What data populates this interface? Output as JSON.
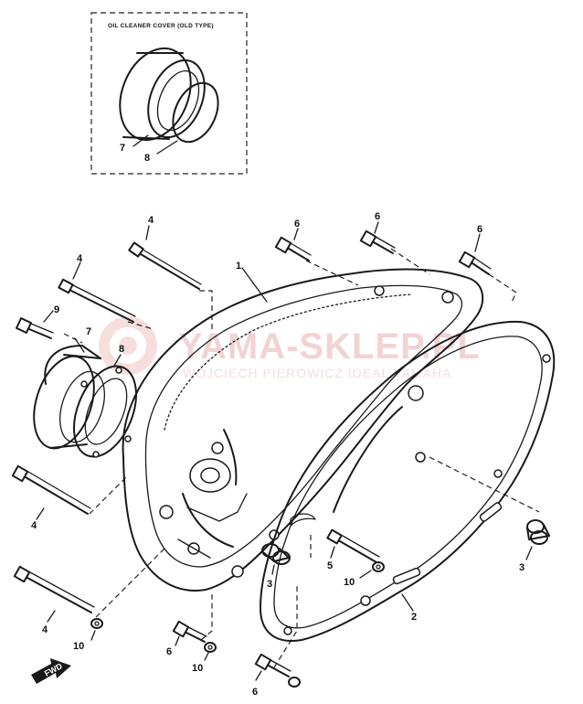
{
  "inset": {
    "title": "OIL CLEANER COVER (OLD TYPE)"
  },
  "callouts": [
    {
      "id": "inset-7",
      "text": "7"
    },
    {
      "id": "inset-8",
      "text": "8"
    },
    {
      "id": "bolt-4-top",
      "text": "4"
    },
    {
      "id": "bolt-6-a",
      "text": "6"
    },
    {
      "id": "bolt-6-b",
      "text": "6"
    },
    {
      "id": "bolt-6-c",
      "text": "6"
    },
    {
      "id": "bolt-4-left",
      "text": "4"
    },
    {
      "id": "cover-1",
      "text": "1"
    },
    {
      "id": "bolt-9",
      "text": "9"
    },
    {
      "id": "cover-7",
      "text": "7"
    },
    {
      "id": "seal-8",
      "text": "8"
    },
    {
      "id": "bolt-4-mid",
      "text": "4"
    },
    {
      "id": "dowel-3-left",
      "text": "3"
    },
    {
      "id": "dowel-3-right",
      "text": "3"
    },
    {
      "id": "bolt-5",
      "text": "5"
    },
    {
      "id": "washer-10-mid",
      "text": "10"
    },
    {
      "id": "gasket-2",
      "text": "2"
    },
    {
      "id": "bolt-4-bottom",
      "text": "4"
    },
    {
      "id": "washer-10-left",
      "text": "10"
    },
    {
      "id": "bolt-6-d",
      "text": "6"
    },
    {
      "id": "washer-10-bottom",
      "text": "10"
    },
    {
      "id": "bolt-6-e",
      "text": "6"
    }
  ],
  "watermark": {
    "main": "YAMA-SKLEP.PL",
    "sub": "WOJCIECH PIEROWICZ IDEAL YAMAHA",
    "color": "#e8a0a0"
  },
  "direction_arrow": {
    "label": "FWD"
  }
}
